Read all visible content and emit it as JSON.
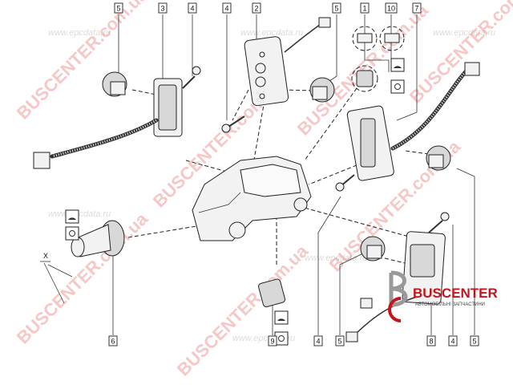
{
  "callouts_top": [
    "5",
    "3",
    "4",
    "4",
    "2",
    "5",
    "1",
    "10",
    "7"
  ],
  "callouts_bottom": [
    "6",
    "9",
    "4",
    "5",
    "8",
    "4",
    "5"
  ],
  "dimension_label": "X",
  "watermarks": {
    "site": "BUSCENTER.com.ua",
    "epc": "www.epcdata.ru"
  },
  "logo": {
    "name": "BUSCENTER",
    "tagline": "АВТОМОБІЛЬНІ ЗАПЧАСТИНИ",
    "accent": "#c4151c"
  },
  "icons": [
    "dome-light-symbol",
    "bulb-symbol"
  ]
}
